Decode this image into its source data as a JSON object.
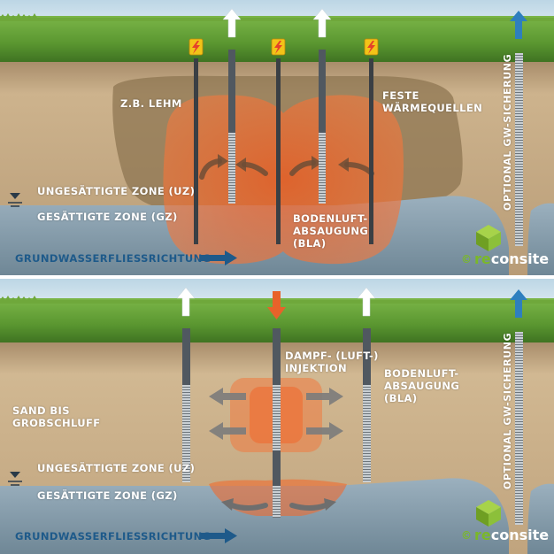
{
  "top": {
    "label_lehm": "Z.B. LEHM",
    "label_heat": "FESTE\nWÄRMEQUELLEN",
    "label_unsat": "UNGESÄTTIGTE ZONE (UZ)",
    "label_sat": "GESÄTTIGTE ZONE (GZ)",
    "label_bla": "BODENLUFT-\nABSAUGUNG\n(BLA)",
    "label_flow": "GRUNDWASSERFLIESSRICHTUNG",
    "label_optional": "OPTIONAL GW-SICHERUNG",
    "logo_copy": "©",
    "logo_re": "re",
    "logo_rest": "consite",
    "heater_icon": "lightning-icon"
  },
  "bottom": {
    "label_steam": "DAMPF- (LUFT-)\nINJEKTION",
    "label_bla": "BODENLUFT-\nABSAUGUNG\n(BLA)",
    "label_sand": "SAND BIS\nGROBSCHLUFF",
    "label_unsat": "UNGESÄTTIGTE ZONE (UZ)",
    "label_sat": "GESÄTTIGTE ZONE (GZ)",
    "label_flow": "GRUNDWASSERFLIESSRICHTUNG",
    "label_optional": "OPTIONAL GW-SICHERUNG",
    "logo_copy": "©",
    "logo_re": "re",
    "logo_rest": "consite"
  },
  "colors": {
    "sky": "#cfe3ee",
    "grass": "#5e9a33",
    "soil": "#c7ab84",
    "groundwater": "#8ea4b3",
    "plume": "#f06a2f",
    "extraction_arrow": "#ffffff",
    "injection_arrow": "#e8622a",
    "gw_arrow": "#2e7fbf",
    "flow_text": "#1e5a8a",
    "brand_green": "#7ab829"
  }
}
